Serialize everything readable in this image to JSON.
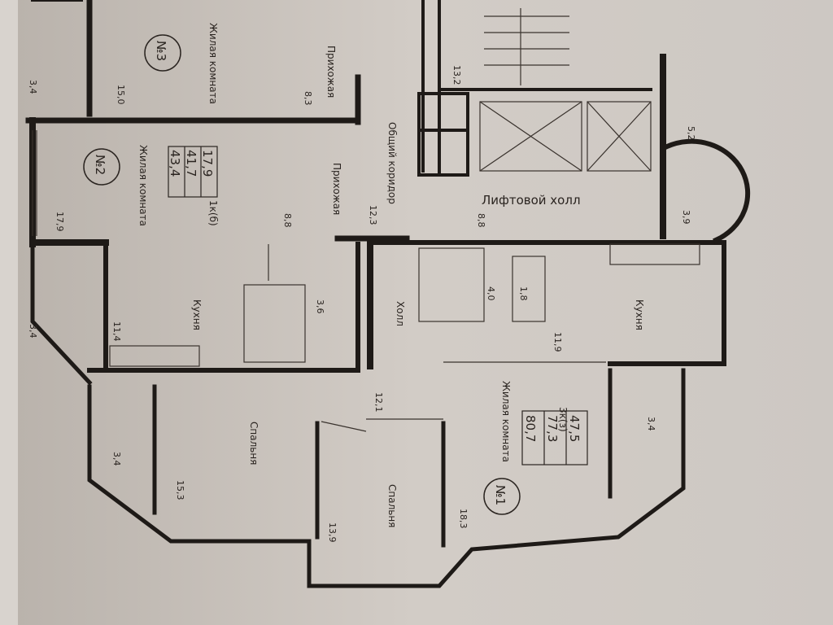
{
  "apartments": {
    "no3": {
      "number": "№3",
      "living_room_label": "Жилая комната",
      "living_room_area": "15,0",
      "hallway_label": "Прихожая",
      "hallway_area": "8,3",
      "balcony_area": "3,4"
    },
    "no2": {
      "number": "№2",
      "type": "1к(б)",
      "living_area": "17,9",
      "total_area": "41,7",
      "total_with_balcony": "43,4",
      "living_room_label": "Жилая комната",
      "living_room_area": "17,9",
      "hallway_label": "Прихожая",
      "hallway_area": "8,8",
      "kitchen_label": "Кухня",
      "kitchen_area": "11,4",
      "bathroom_area": "3,6",
      "balcony_area": "3,4"
    },
    "no1": {
      "number": "№1",
      "type": "3к(з)",
      "living_area": "47,5",
      "total_area": "77,3",
      "total_with_balcony": "80,7",
      "living_room_label": "Жилая комната",
      "living_room_area": "18,3",
      "hall_label": "Холл",
      "hall_area": "12,1",
      "kitchen_label": "Кухня",
      "kitchen_area": "11,9",
      "bath_area": "4,0",
      "wc_area": "1,8",
      "bedroom1_label": "Спальня",
      "bedroom1_area": "15,3",
      "bedroom2_label": "Спальня",
      "bedroom2_area": "13,9",
      "balcony1_area": "3,4",
      "balcony2_area": "3,4"
    }
  },
  "common": {
    "corridor_label": "Общий коридор",
    "corridor_area": "12,3",
    "lift_hall_label": "Лифтовой холл",
    "lift_hall_area": "8,8",
    "stair_area": "13,2",
    "vestibule_area": "5,2",
    "bay_area": "3,9"
  }
}
